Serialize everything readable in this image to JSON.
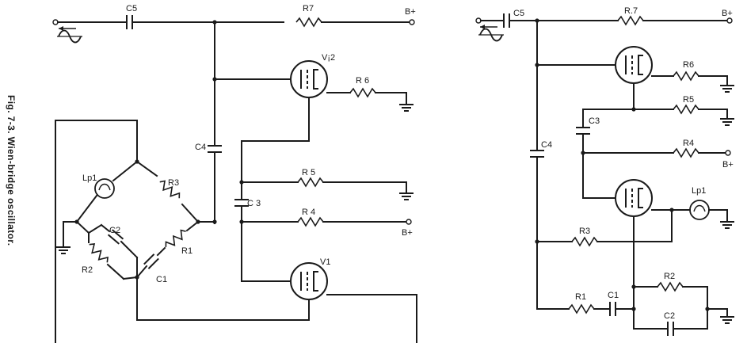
{
  "caption": "Fig. 7-3.  Wien-bridge oscillator.",
  "left": {
    "c5": "C5",
    "r7": "R7",
    "bplus_top": "B+",
    "v2": "V¡2",
    "r6": "R 6",
    "c4": "C4",
    "c3": "C 3",
    "r5": "R 5",
    "r4": "R 4",
    "bplus_mid": "B+",
    "lp1": "Lp1",
    "r3": "R3",
    "c2": "C2",
    "r2": "R2",
    "r1": "R1",
    "c1": "C1",
    "v1": "V1"
  },
  "right": {
    "c5": "C5",
    "r7": "R.7",
    "bplus_top": "B+",
    "r6": "R6",
    "c3": "C3",
    "r5": "R5",
    "c4": "C4",
    "r4": "R4",
    "bplus_mid": "B+",
    "lp1": "Lp1",
    "r3": "R3",
    "r1": "R1",
    "c1": "C1",
    "r2": "R2",
    "c2": "C2"
  }
}
